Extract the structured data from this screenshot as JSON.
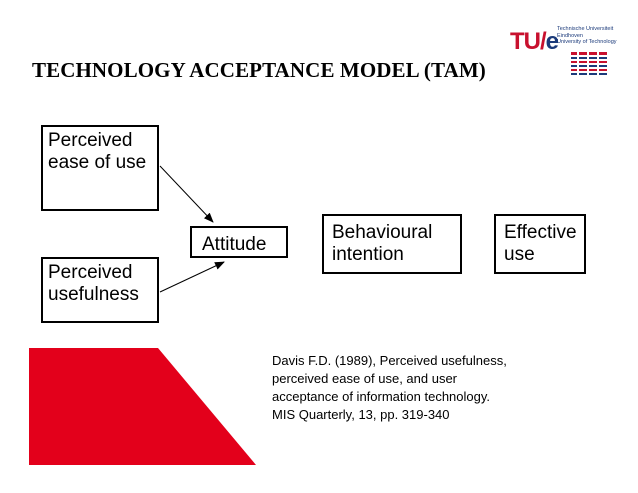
{
  "slide": {
    "title": "TECHNOLOGY ACCEPTANCE MODEL (TAM)"
  },
  "logo": {
    "mark_red": "TU",
    "mark_slash": "/",
    "mark_blue": "e",
    "lines": [
      "Technische Universiteit",
      "Eindhoven",
      "University of Technology"
    ]
  },
  "diagram": {
    "perceived_ease_of_use": {
      "line1": "Perceived",
      "line2": "ease of use"
    },
    "perceived_usefulness": {
      "line1": "Perceived",
      "line2": "usefulness"
    },
    "attitude": "Attitude",
    "behavioural_intention": {
      "line1": "Behavioural",
      "line2": "intention"
    },
    "effective_use": {
      "line1": "Effective",
      "line2": "use"
    }
  },
  "reference": {
    "lines": [
      "Davis F.D. (1989), Perceived usefulness,",
      "perceived ease of use, and user",
      "acceptance of information technology.",
      "MIS Quarterly, 13, pp. 319-340"
    ]
  },
  "colors": {
    "brand_red": "#e3001b",
    "brand_blue": "#1b3a7a",
    "line": "#000000"
  }
}
